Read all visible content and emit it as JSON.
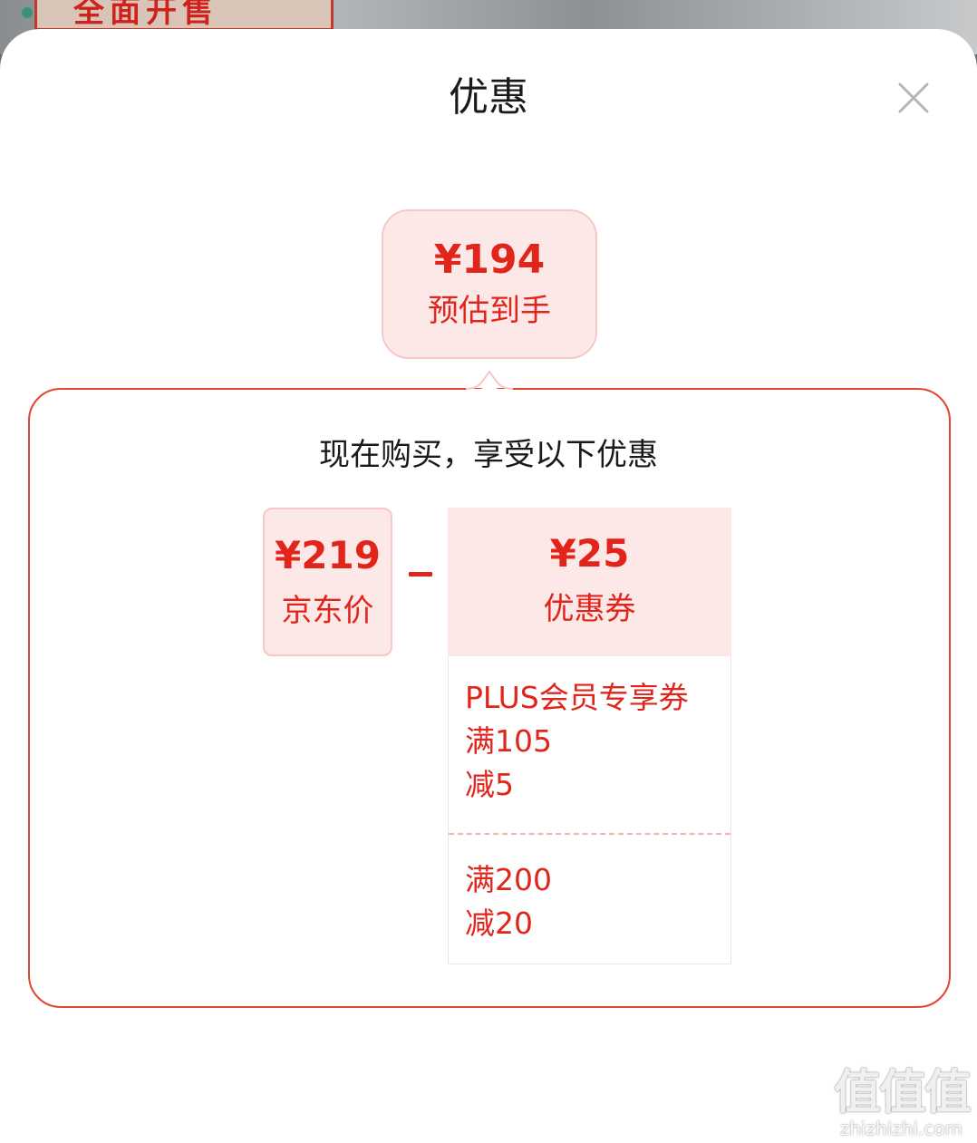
{
  "background": {
    "banner_text": "全面开售"
  },
  "sheet": {
    "title": "优惠",
    "close_icon": "close-icon"
  },
  "estimate": {
    "price": "¥194",
    "label": "预估到手"
  },
  "detail": {
    "subtitle": "现在购买，享受以下优惠",
    "jd_price": {
      "price": "¥219",
      "label": "京东价"
    },
    "operator": "-",
    "coupon": {
      "price": "¥25",
      "label": "优惠券"
    },
    "coupon_items": [
      {
        "line1": "PLUS会员专享券",
        "line2": "满105",
        "line3": "减5"
      },
      {
        "line1": "满200",
        "line2": "减20"
      }
    ]
  },
  "watermark": {
    "glyphs": "值值值",
    "site": "zhizhizhi.com"
  },
  "colors": {
    "accent": "#e1251b",
    "card_bg": "#fde8e8",
    "border": "#e3432f"
  }
}
